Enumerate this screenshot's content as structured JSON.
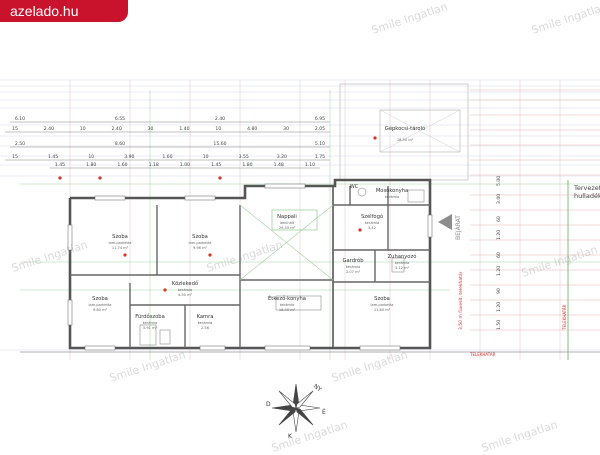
{
  "site": {
    "badge": "azelado.hu"
  },
  "watermark": "Smile Ingatlan",
  "rooms": [
    {
      "key": "szoba-1",
      "name": "Szoba",
      "floor": "lam.parketta",
      "area": "11.74 m²"
    },
    {
      "key": "szoba-2",
      "name": "Szoba",
      "floor": "lam.parketta",
      "area": "9.96 m²"
    },
    {
      "key": "szoba-3",
      "name": "Szoba",
      "floor": "lam.parketta",
      "area": "9.80 m²"
    },
    {
      "key": "kozlekedo",
      "name": "Közlekedő",
      "floor": "kerámia",
      "area": "4.50 m²"
    },
    {
      "key": "furdoszoba",
      "name": "Fürdőszoba",
      "floor": "kerámia",
      "area": "5.91 m²"
    },
    {
      "key": "kamra",
      "name": "Kamra",
      "floor": "kerámia",
      "area": "2.56"
    },
    {
      "key": "etkezo-konyha",
      "name": "Étkező-konyha",
      "floor": "kerámia",
      "area": "16.40 m²"
    },
    {
      "key": "nappali",
      "name": "Nappali",
      "floor": "laminált",
      "area": "29.55 m²"
    },
    {
      "key": "szelfogo",
      "name": "Szélfogó",
      "floor": "kerámia",
      "area": "3.42"
    },
    {
      "key": "mosokonyha",
      "name": "Mosókonyha",
      "floor": "kerámia",
      "area": ""
    },
    {
      "key": "wc",
      "name": "WC",
      "floor": "",
      "area": ""
    },
    {
      "key": "gardrob",
      "name": "Gardrób",
      "floor": "kerámia",
      "area": "2.07 m²"
    },
    {
      "key": "zuhanyozo",
      "name": "Zuhanyozó",
      "floor": "kerámia",
      "area": "3.12 m²"
    },
    {
      "key": "szoba-4",
      "name": "Szoba",
      "floor": "lam.parketta",
      "area": "11.60 m²"
    },
    {
      "key": "goszkocsi",
      "name": "Gépkocsi-tároló",
      "floor": "",
      "area": "18.50 m²"
    }
  ],
  "labels": {
    "tervezett": "Tervezett",
    "hulladek": "hulladék",
    "felirat": "3,50 m füvesít. telekhatár",
    "telekhatar": "TELEKHATÁR",
    "bejarat": "BEJÁRAT"
  },
  "top_dims": {
    "row1": [
      "6.10",
      "6.55",
      "2.40",
      "6.95"
    ],
    "row2": [
      "15",
      "2.40",
      "10",
      "2.40",
      "30",
      "1.40",
      "10",
      "4.80",
      "30",
      "2.05"
    ],
    "row3": [
      "2.50",
      "8.60",
      "15.60",
      "5.10"
    ],
    "row4": [
      "15",
      "1.45",
      "10",
      "3.90",
      "1.60",
      "10",
      "3.55",
      "3.20",
      "1.75"
    ],
    "row5": [
      "1.45",
      "1.80",
      "1.60",
      "1.18",
      "1.00",
      "1.45",
      "1.80",
      "1.48",
      "1.10"
    ]
  },
  "side_dims": [
    "1.50",
    "1.20",
    "90",
    "1.20",
    "60",
    "1.20",
    "60",
    "3.00",
    "5.00"
  ],
  "compass": {
    "n": "É",
    "s": "D",
    "e": "K",
    "w": "NY"
  }
}
